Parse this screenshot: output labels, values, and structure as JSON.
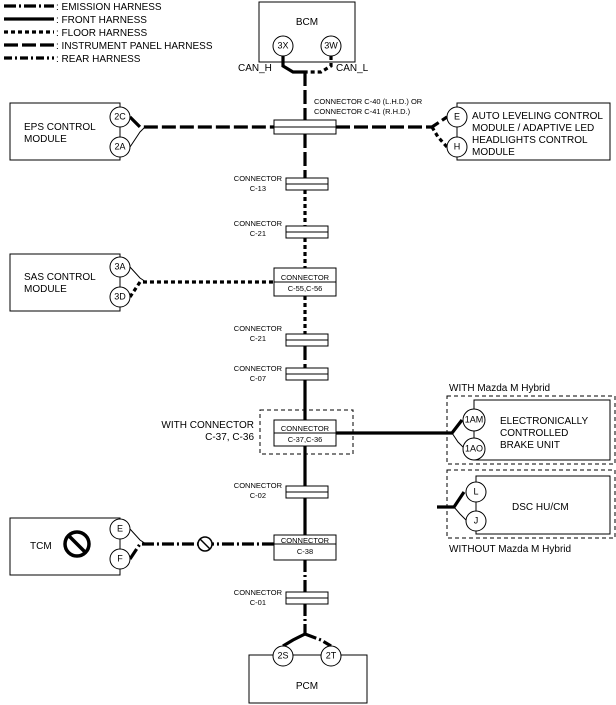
{
  "legend": [
    {
      "style": "emission",
      "label": ": EMISSION HARNESS"
    },
    {
      "style": "front",
      "label": ": FRONT HARNESS"
    },
    {
      "style": "floor",
      "label": ": FLOOR HARNESS"
    },
    {
      "style": "ip",
      "label": ": INSTRUMENT PANEL HARNESS"
    },
    {
      "style": "rear",
      "label": ": REAR HARNESS"
    }
  ],
  "bcm": {
    "name": "BCM",
    "pin_left": "3X",
    "pin_right": "3W",
    "can_h": "CAN_H",
    "can_l": "CAN_L"
  },
  "main_connector": {
    "line1": "CONNECTOR C-40 (L.H.D.) OR",
    "line2": "CONNECTOR C-41 (R.H.D.)"
  },
  "eps": {
    "line1": "EPS CONTROL",
    "line2": "MODULE",
    "pin_top": "2C",
    "pin_bottom": "2A"
  },
  "auto_leveling": {
    "line1": "AUTO LEVELING CONTROL",
    "line2": "MODULE / ADAPTIVE LED",
    "line3": "HEADLIGHTS CONTROL",
    "line4": "MODULE",
    "pin_top": "E",
    "pin_bottom": "H"
  },
  "connectors": {
    "c13": {
      "line1": "CONNECTOR",
      "line2": "C-13"
    },
    "c21a": {
      "line1": "CONNECTOR",
      "line2": "C-21"
    },
    "c55": {
      "line1": "CONNECTOR",
      "line2": "C-55,C-56"
    },
    "c21b": {
      "line1": "CONNECTOR",
      "line2": "C-21"
    },
    "c07": {
      "line1": "CONNECTOR",
      "line2": "C-07"
    },
    "c37": {
      "line1": "CONNECTOR",
      "line2": "C-37,C-36"
    },
    "c02": {
      "line1": "CONNECTOR",
      "line2": "C-02"
    },
    "c38": {
      "line1": "CONNECTOR",
      "line2": "C-38"
    },
    "c01": {
      "line1": "CONNECTOR",
      "line2": "C-01"
    }
  },
  "sas": {
    "line1": "SAS CONTROL",
    "line2": "MODULE",
    "pin_top": "3A",
    "pin_bottom": "3D"
  },
  "with_connector": {
    "line1": "WITH CONNECTOR",
    "line2": "C-37, C-36"
  },
  "hybrid": {
    "with_label": "WITH Mazda M Hybrid",
    "without_label": "WITHOUT Mazda M Hybrid",
    "ecbu": {
      "line1": "ELECTRONICALLY",
      "line2": "CONTROLLED",
      "line3": "BRAKE UNIT",
      "pin_top": "1AM",
      "pin_bottom": "1AO"
    },
    "dsc": {
      "name": "DSC HU/CM",
      "pin_top": "L",
      "pin_bottom": "J"
    }
  },
  "tcm": {
    "name": "TCM",
    "pin_top": "E",
    "pin_bottom": "F",
    "icon": "prohibited-icon"
  },
  "pcm": {
    "name": "PCM",
    "pin_left": "2S",
    "pin_right": "2T"
  }
}
